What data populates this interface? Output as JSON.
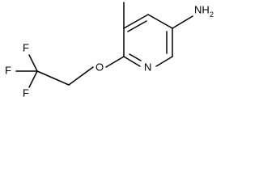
{
  "molecule": {
    "atoms": {
      "amine": {
        "label": "NH",
        "subscript": "2"
      },
      "ring_nitrogen": {
        "label": "N"
      },
      "ether_oxygen": {
        "label": "O"
      },
      "fluorine_top": {
        "label": "F"
      },
      "fluorine_left": {
        "label": "F"
      },
      "fluorine_bottom": {
        "label": "F"
      }
    }
  }
}
